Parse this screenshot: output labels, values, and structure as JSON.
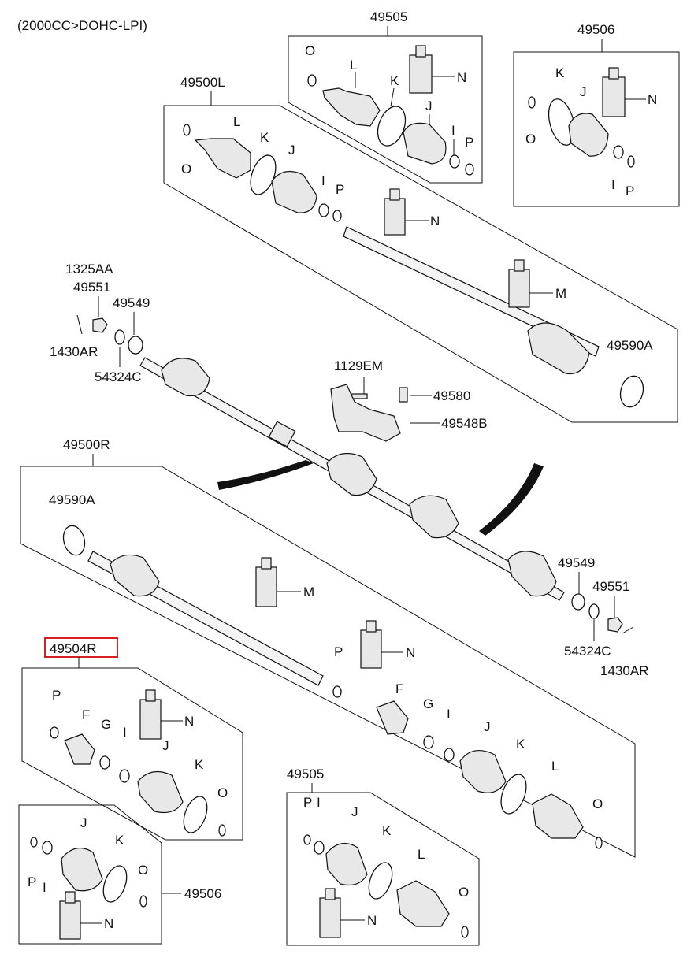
{
  "header": {
    "engine_spec": "(2000CC>DOHC-LPI)"
  },
  "highlighted_part": "49504R",
  "labels": {
    "L": "L",
    "K": "K",
    "J": "J",
    "I": "I",
    "P": "P",
    "N": "N",
    "M": "M",
    "F": "F",
    "G": "G",
    "O": "O",
    "p49505": "49505",
    "p49506": "49506",
    "p49500L": "49500L",
    "p49500R": "49500R",
    "p1325AA": "1325AA",
    "p49551": "49551",
    "p49549": "49549",
    "p1430AR": "1430AR",
    "p54324C": "54324C",
    "p1129EM": "1129EM",
    "p49580": "49580",
    "p49548B": "49548B",
    "p49590A": "49590A",
    "p49504R": "49504R"
  }
}
